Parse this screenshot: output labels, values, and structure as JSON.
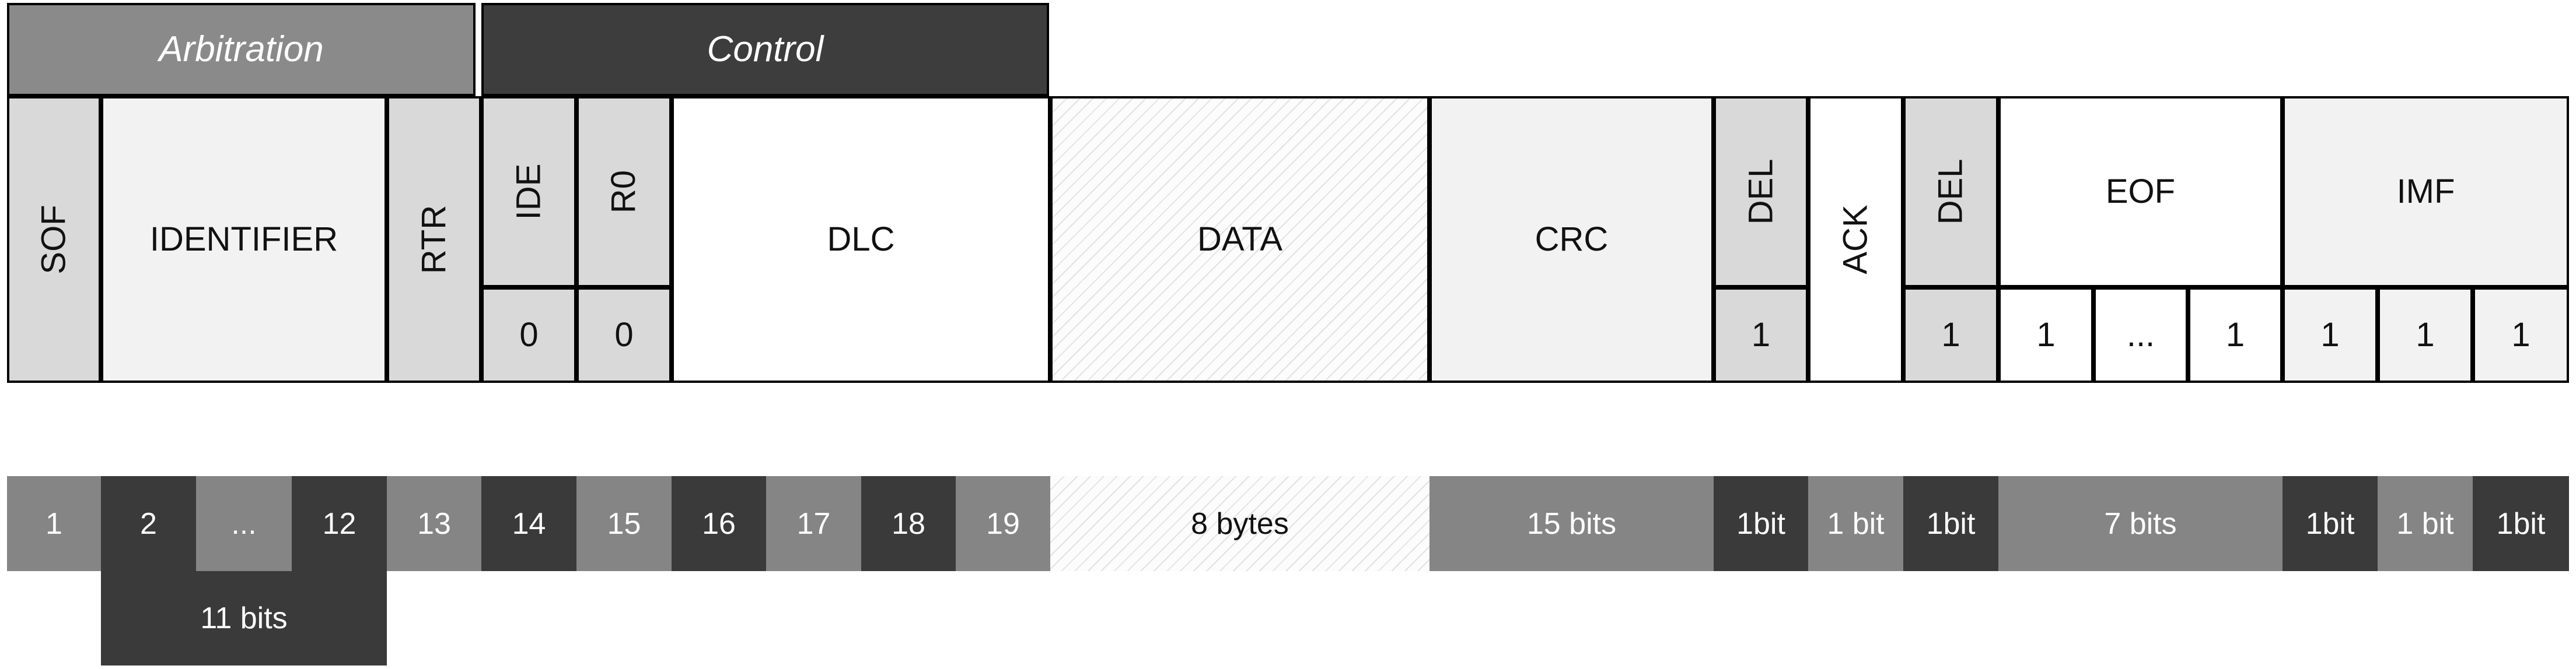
{
  "colors": {
    "arbitration_header": "#8a8a8a",
    "control_header": "#3d3d3d",
    "gray_field": "#d9d9d9",
    "light_field": "#f2f2f2",
    "white_field": "#ffffff",
    "bit_dark": "#3a3a3a",
    "bit_mid": "#858585"
  },
  "headers": [
    {
      "id": "arbitration",
      "label": "Arbitration"
    },
    {
      "id": "control",
      "label": "Control"
    }
  ],
  "fields": [
    {
      "id": "sof",
      "label": "SOF",
      "vertical": true
    },
    {
      "id": "identifier",
      "label": "IDENTIFIER",
      "vertical": false
    },
    {
      "id": "rtr",
      "label": "RTR",
      "vertical": true
    },
    {
      "id": "ide",
      "label": "IDE",
      "vertical": true,
      "value": "0"
    },
    {
      "id": "r0",
      "label": "R0",
      "vertical": true,
      "value": "0"
    },
    {
      "id": "dlc",
      "label": "DLC",
      "vertical": false
    },
    {
      "id": "data",
      "label": "DATA",
      "vertical": false
    },
    {
      "id": "crc",
      "label": "CRC",
      "vertical": false
    },
    {
      "id": "crc-del",
      "label": "DEL",
      "vertical": true,
      "value": "1"
    },
    {
      "id": "ack",
      "label": "ACK",
      "vertical": true
    },
    {
      "id": "ack-del",
      "label": "DEL",
      "vertical": true,
      "value": "1"
    },
    {
      "id": "eof",
      "label": "EOF",
      "vertical": false,
      "values": [
        "1",
        "...",
        "1"
      ]
    },
    {
      "id": "imf",
      "label": "IMF",
      "vertical": false,
      "values": [
        "1",
        "1",
        "1"
      ]
    }
  ],
  "bit_row": [
    "1",
    "2",
    "...",
    "12",
    "13",
    "14",
    "15",
    "16",
    "17",
    "18",
    "19",
    "8 bytes",
    "15 bits",
    "1bit",
    "1 bit",
    "1bit",
    "7 bits",
    "1bit",
    "1 bit",
    "1bit"
  ],
  "identifier_bits": "11 bits"
}
